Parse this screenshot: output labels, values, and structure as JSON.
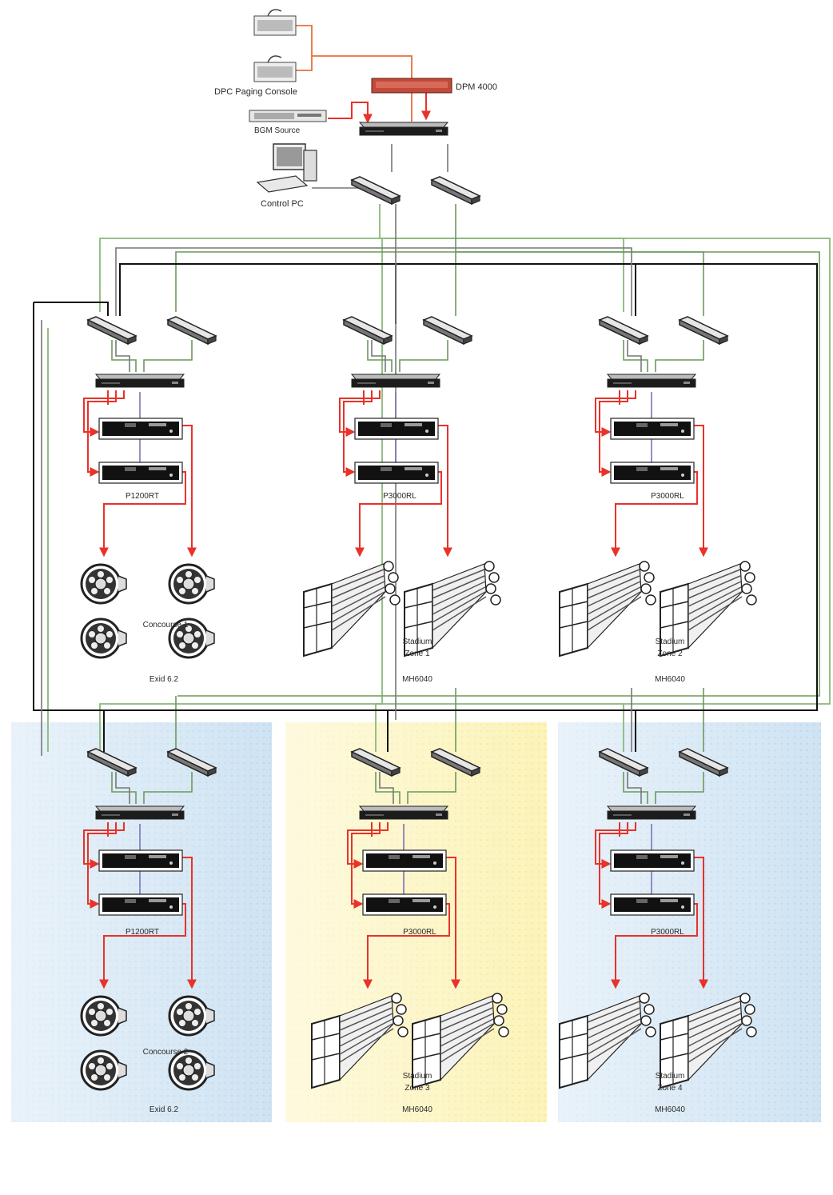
{
  "colors": {
    "red": "#e8322a",
    "orange": "#e8703a",
    "green": "#6a9a5a",
    "light_green": "#8ab87a",
    "black": "#111111",
    "gray": "#777777",
    "blue_zone": "#c5ddf0",
    "yellow_zone": "#fcf4b0",
    "purple_link": "#7b73b8"
  },
  "head_end": {
    "paging_console_label": "DPC Paging Console",
    "dpm_label": "DPM 4000",
    "bgm_label": "BGM Source",
    "control_pc_label": "Control PC"
  },
  "zones": {
    "concourse_1": {
      "amp_label": "P1200RT",
      "zone_label": "Concourse 1",
      "speaker_label": "Exid 6.2"
    },
    "stadium_1": {
      "amp_label": "P3000RL",
      "zone_label_line1": "Stadium",
      "zone_label_line2": "Zone 1",
      "speaker_label": "MH6040"
    },
    "stadium_2": {
      "amp_label": "P3000RL",
      "zone_label_line1": "Stadium",
      "zone_label_line2": "Zone 2",
      "speaker_label": "MH6040"
    },
    "concourse_2": {
      "amp_label": "P1200RT",
      "zone_label": "Concourse 2",
      "speaker_label": "Exid 6.2"
    },
    "stadium_3": {
      "amp_label": "P3000RL",
      "zone_label_line1": "Stadium",
      "zone_label_line2": "Zone 3",
      "speaker_label": "MH6040"
    },
    "stadium_4": {
      "amp_label": "P3000RL",
      "zone_label_line1": "Stadium",
      "zone_label_line2": "Zone 4",
      "speaker_label": "MH6040"
    }
  }
}
